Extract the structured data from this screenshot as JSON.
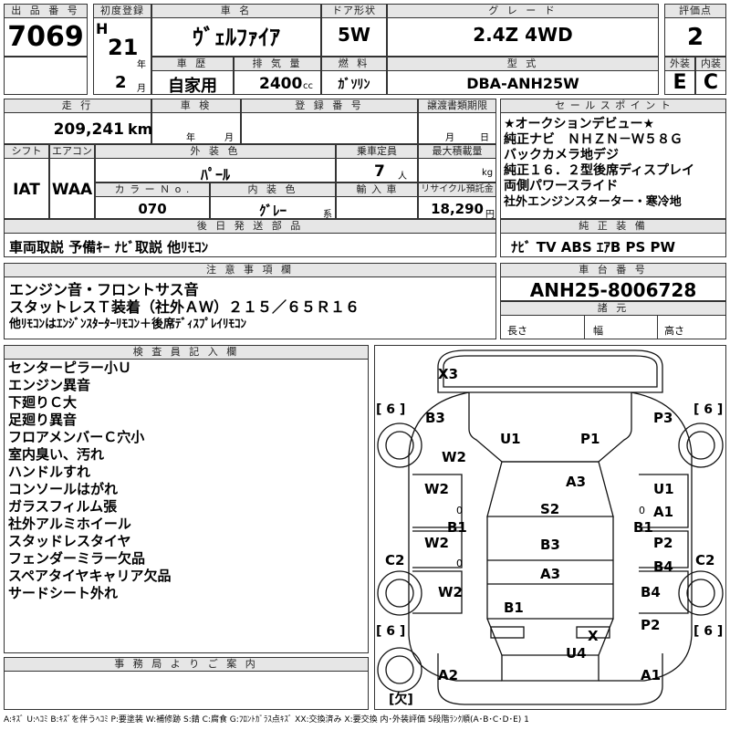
{
  "header": {
    "lot_label": "出 品 番 号",
    "lot_number": "7069",
    "first_reg_label": "初度登録",
    "era": "H",
    "year": "21",
    "year_unit": "年",
    "month": "2",
    "month_unit": "月",
    "car_name_label": "車 名",
    "car_name": "ｳﾞｪﾙﾌｧｲｱ",
    "door_label": "ドア形状",
    "door": "5W",
    "grade_label": "グ レ ー ド",
    "grade": "2.4Z 4WD",
    "score_label": "評価点",
    "score": "2",
    "history_label": "車 歴",
    "history": "自家用",
    "displacement_label": "排 気 量",
    "displacement": "2400",
    "displacement_unit": "cc",
    "fuel_label": "燃 料",
    "fuel": "ｶﾞｿﾘﾝ",
    "model_label": "型 式",
    "model": "DBA-ANH25W",
    "exterior_label": "外装",
    "exterior": "E",
    "interior_label": "内装",
    "interior": "C"
  },
  "row2": {
    "mileage_label": "走 行",
    "mileage": "209,241",
    "mileage_unit": "km",
    "inspection_label": "車 検",
    "inspection_year": "年",
    "inspection_month": "月",
    "plate_label": "登 録 番 号",
    "transfer_label": "譲渡書類期限",
    "transfer_month": "月",
    "transfer_day": "日",
    "shift_label": "シフト",
    "shift": "IAT",
    "ac_label": "エアコン",
    "ac": "WAA",
    "color_label": "外 装 色",
    "color": "ﾊﾟｰﾙ",
    "capacity_label": "乗車定員",
    "capacity": "7",
    "capacity_unit": "人",
    "load_label": "最大積載量",
    "load_unit": "kg",
    "color_no_label": "カ ラ ー Ｎ o .",
    "color_no": "070",
    "interior_color_label": "内 装 色",
    "interior_color": "ｸﾞﾚｰ",
    "interior_color_unit": "系",
    "import_label": "輸 入 車",
    "recycle_label": "リサイクル預託金",
    "recycle": "18,290",
    "recycle_unit": "円",
    "later_parts_label": "後 日 発 送 部 品",
    "later_parts": "車両取説 予備ｷｰ ﾅﾋﾞ取説 他ﾘﾓｺﾝ"
  },
  "sales_points": {
    "label": "セ ー ル ス ポ イ ン ト",
    "items": [
      "★オークションデビュー★",
      "純正ナビ　ＮＨＺＮ－Ｗ５８Ｇ",
      "バックカメラ地デジ",
      "純正１６．２型後席ディスプレイ",
      "両側パワースライド",
      "社外エンジンスターター・寒冷地"
    ]
  },
  "equipment": {
    "label": "純 正 装 備",
    "value": "ﾅﾋﾞ TV ABS ｴｱB PS PW"
  },
  "notes": {
    "label": "注 意 事 項 欄",
    "lines": [
      "エンジン音・フロントサス音",
      "スタットレスＴ装着（社外ＡＷ）２１５／６５Ｒ１６",
      "他ﾘﾓｺﾝはｴﾝｼﾞﾝｽﾀｰﾀｰﾘﾓｺﾝ＋後席ﾃﾞｨｽﾌﾟﾚｲﾘﾓｺﾝ"
    ]
  },
  "chassis": {
    "label": "車 台 番 号",
    "value": "ANH25-8006728",
    "dims_label": "諸 元",
    "length_label": "長さ",
    "width_label": "幅",
    "height_label": "高さ"
  },
  "inspector": {
    "label": "検 査 員 記 入 欄",
    "items": [
      "センターピラー小Ｕ",
      "エンジン異音",
      "下廻りＣ大",
      "足廻り異音",
      "フロアメンバーＣ穴小",
      "室内臭い、汚れ",
      "ハンドルすれ",
      "コンソールはがれ",
      "ガラスフィルム張",
      "社外アルミホイール",
      "スタッドレスタイヤ",
      "フェンダーミラー欠品",
      "スペアタイヤキャリア欠品",
      "サードシート外れ"
    ]
  },
  "office": {
    "label": "事 務 局 よ り ご 案 内"
  },
  "diagram": {
    "codes": {
      "front_bumper": "X3",
      "b3": "B3",
      "u1_roof": "U1",
      "p1": "P1",
      "p3": "P3",
      "w2_windshield": "W2",
      "a3_mid": "A3",
      "w2_left_front": "W2",
      "u1_right": "U1",
      "s2": "S2",
      "a1_right": "A1",
      "b1_left": "B1",
      "b1_right": "B1",
      "w2_left_rear": "W2",
      "b3_center": "B3",
      "p2_right": "P2",
      "c2_left": "C2",
      "b4": "B4",
      "c2_right": "C2",
      "a3_lower": "A3",
      "w2_rear_glass": "W2",
      "b1_tailgate": "B1",
      "b4_right": "B4",
      "p2_rear": "P2",
      "x_rear": "X",
      "u4": "U4",
      "a2": "A2",
      "a1_rear": "A1",
      "zero": "0"
    },
    "tire_labels": [
      "[ 6 ]",
      "[ 6 ]",
      "[ 6 ]",
      "[ 6 ]"
    ],
    "spare_label": "[欠]"
  },
  "legend": "A:ｷｽﾞ U:ﾍｺﾐ B:ｷｽﾞを伴うﾍｺﾐ P:要塗装 W:補修跡 S:錆 C:腐食 G:ﾌﾛﾝﾄｶﾞﾗｽ点ｷｽﾞ XX:交換済み X:要交換 内･外装評価 5段階ﾗﾝｸ順(A･B･C･D･E) 1"
}
